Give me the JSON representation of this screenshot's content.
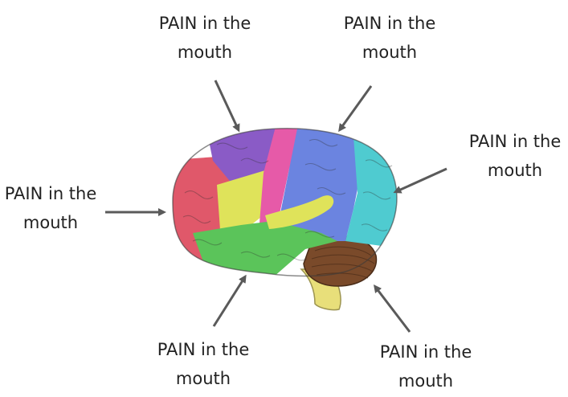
{
  "labels": [
    {
      "line1": "PAIN in the",
      "line2": "mouth"
    },
    {
      "line1": "PAIN in the",
      "line2": "mouth"
    },
    {
      "line1": "PAIN in the",
      "line2": "mouth"
    },
    {
      "line1": "PAIN in the",
      "line2": "mouth"
    },
    {
      "line1": "PAIN in the",
      "line2": "mouth"
    },
    {
      "line1": "PAIN in the",
      "line2": "mouth"
    }
  ],
  "colors": {
    "arrow": "#5a5a5a",
    "frontal_purple": "#8a5bc6",
    "motor_pink": "#e65aa8",
    "parietal_blue": "#6b84e0",
    "occipital_teal": "#4fcbd0",
    "temporal_green": "#5bc45a",
    "prefrontal_red": "#e0586a",
    "yellow_gyrus": "#dfe35a",
    "cerebellum_brown": "#7a4a2a",
    "brainstem_yellow": "#e8df7a"
  }
}
